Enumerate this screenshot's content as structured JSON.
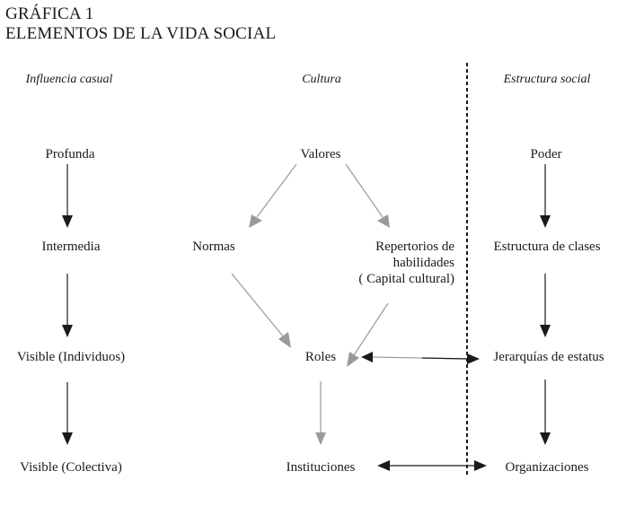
{
  "figure": {
    "label": "GRÁFICA 1",
    "title": "ELEMENTOS DE LA VIDA SOCIAL"
  },
  "columns": {
    "influence": "Influencia casual",
    "culture": "Cultura",
    "structure": "Estructura social"
  },
  "nodes": {
    "profunda": "Profunda",
    "intermedia": "Intermedia",
    "visible_individuos": "Visible (Individuos)",
    "visible_colectiva": "Visible (Colectiva)",
    "valores": "Valores",
    "normas": "Normas",
    "repertorios_line1": "Repertorios de",
    "repertorios_line2": "habilidades",
    "repertorios_line3": "( Capital cultural)",
    "roles": "Roles",
    "instituciones": "Instituciones",
    "poder": "Poder",
    "estructura_clases": "Estructura de clases",
    "jerarquias": "Jerarquías de estatus",
    "organizaciones": "Organizaciones"
  },
  "colors": {
    "dark_arrow": "#1a1a1a",
    "gray_arrow": "#9a9a9a",
    "divider": "#1a1a1a"
  }
}
